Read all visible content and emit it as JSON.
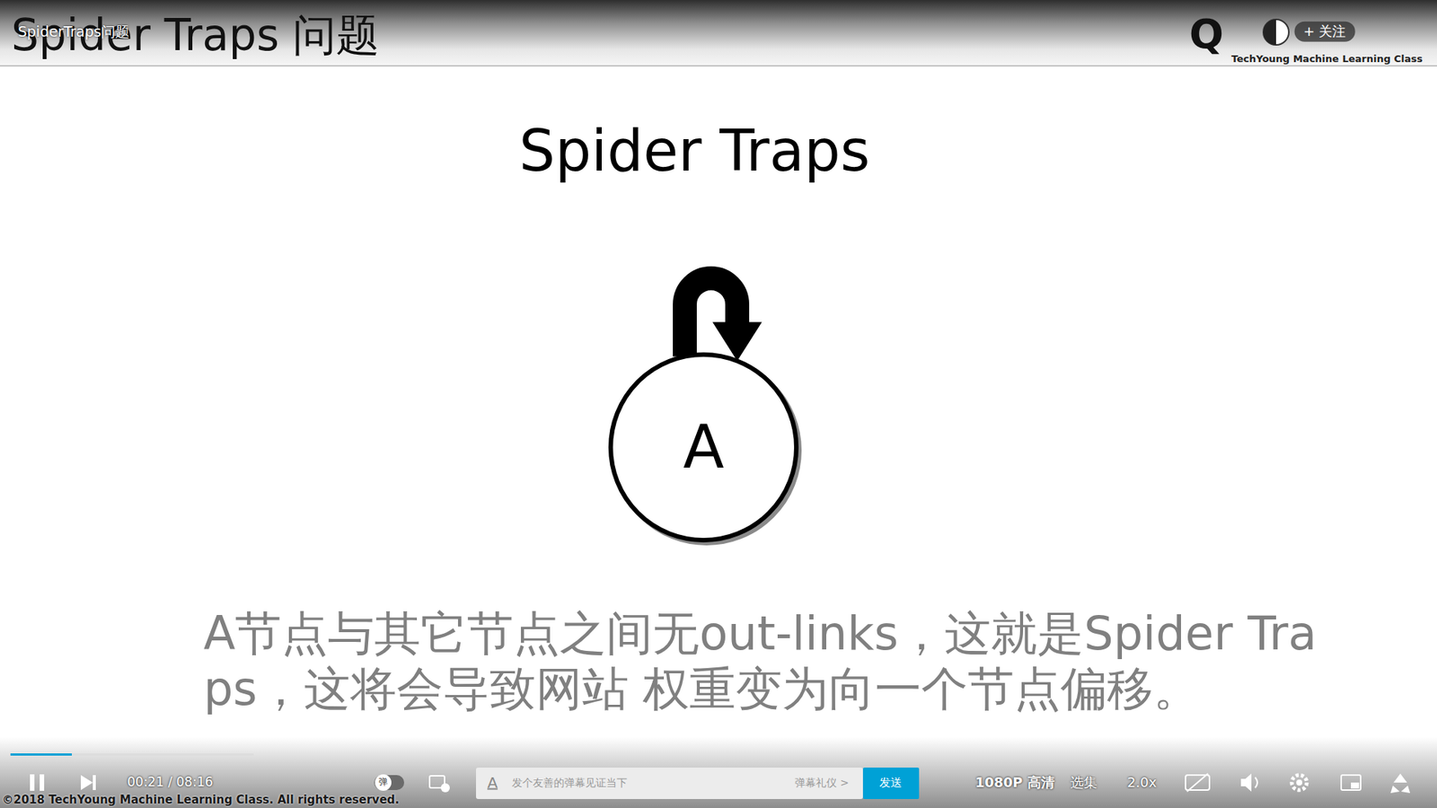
{
  "diagram": {
    "title": "Spider Traps 问题",
    "caption": "A节点与其它节点之间无out-links，这就是Spider Traps，这将会导致网站 权重变为向一个节点偏移。",
    "nodes": [
      {
        "text": [
          "A"
        ]
      }
    ],
    "edges": [
      {
        "from": 0,
        "to": 0,
        "arrow": "to"
      }
    ],
    "labels": [
      "Spider Traps",
      "SpiderTraps问题",
      "Q",
      "+ 关注",
      "TechYoung Machine Learning Class",
      "00:21 / 08:16",
      "弹",
      "A",
      "发个友善的弹幕见证当下",
      "弹幕礼仪 >",
      "发送",
      "1080P 高清",
      "选集",
      "2.0x",
      "©2018  TechYoung Machine Learning Class. All rights reserved."
    ]
  }
}
